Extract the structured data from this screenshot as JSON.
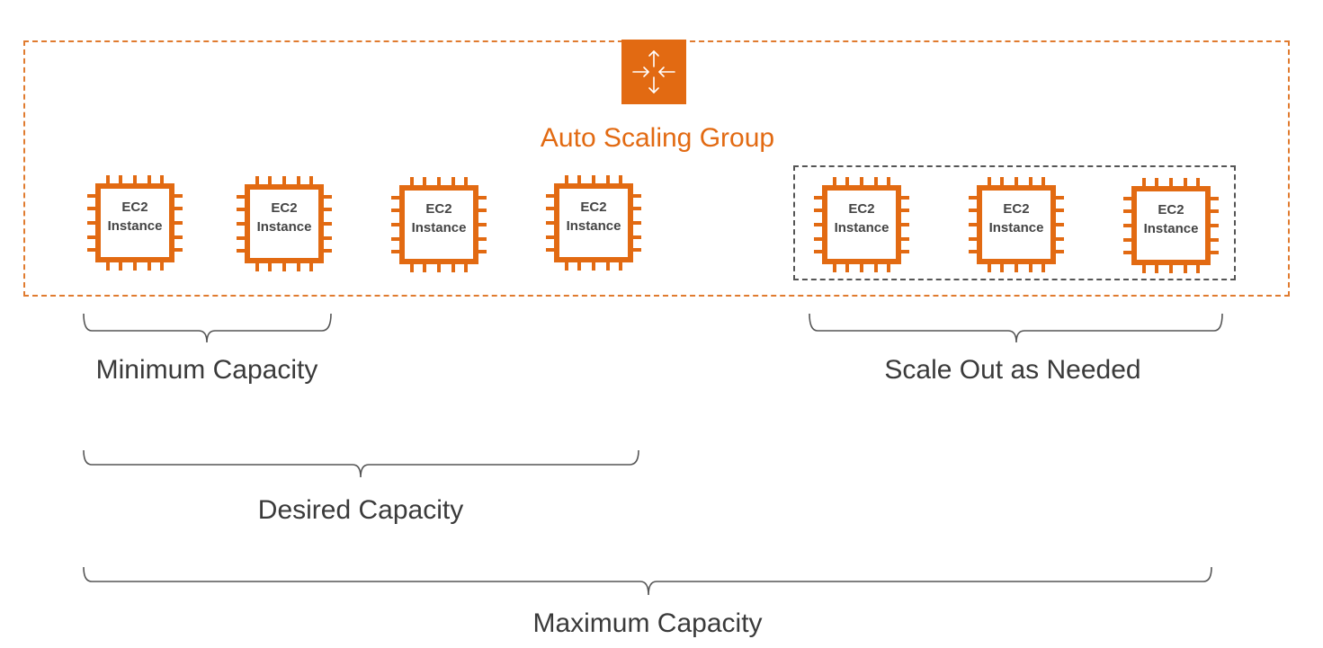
{
  "group": {
    "title": "Auto Scaling Group",
    "icon": "auto-scaling-icon",
    "accent_color": "#e26a12"
  },
  "instances": [
    {
      "line1": "EC2",
      "line2": "Instance"
    },
    {
      "line1": "EC2",
      "line2": "Instance"
    },
    {
      "line1": "EC2",
      "line2": "Instance"
    },
    {
      "line1": "EC2",
      "line2": "Instance"
    },
    {
      "line1": "EC2",
      "line2": "Instance"
    },
    {
      "line1": "EC2",
      "line2": "Instance"
    },
    {
      "line1": "EC2",
      "line2": "Instance"
    }
  ],
  "instance_icon": "ec2-chip-icon",
  "labels": {
    "minimum": "Minimum Capacity",
    "desired": "Desired Capacity",
    "maximum": "Maximum Capacity",
    "scale_out": "Scale Out as Needed"
  }
}
